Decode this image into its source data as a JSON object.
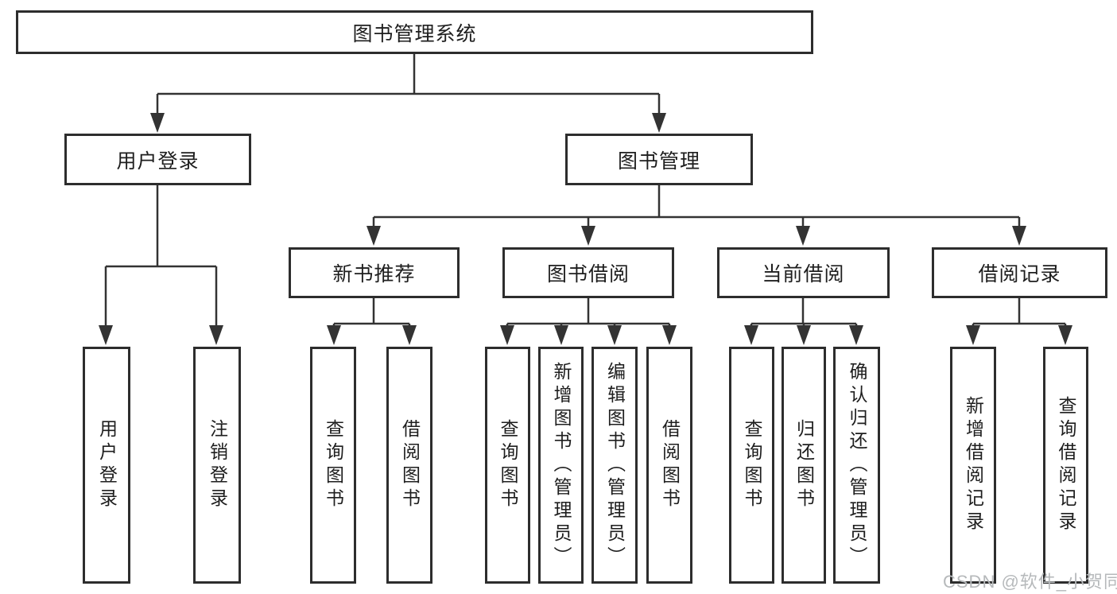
{
  "tree": {
    "label": "图书管理系统",
    "children": [
      {
        "label": "用户登录",
        "children": [
          {
            "label": "用户登录"
          },
          {
            "label": "注销登录"
          }
        ]
      },
      {
        "label": "图书管理",
        "children": [
          {
            "label": "新书推荐",
            "children": [
              {
                "label": "查询图书"
              },
              {
                "label": "借阅图书"
              }
            ]
          },
          {
            "label": "图书借阅",
            "children": [
              {
                "label": "查询图书"
              },
              {
                "label": "新增图书（管理员）"
              },
              {
                "label": "编辑图书（管理员）"
              },
              {
                "label": "借阅图书"
              }
            ]
          },
          {
            "label": "当前借阅",
            "children": [
              {
                "label": "查询图书"
              },
              {
                "label": "归还图书"
              },
              {
                "label": "确认归还（管理员）"
              }
            ]
          },
          {
            "label": "借阅记录",
            "children": [
              {
                "label": "新增借阅记录"
              },
              {
                "label": "查询借阅记录"
              }
            ]
          }
        ]
      }
    ]
  },
  "watermark": {
    "text": "CSDN @软件_小贺同学",
    "color": "#b6b9bb"
  },
  "colors": {
    "line": "#333333",
    "box_border": "#2d2d2d",
    "text": "#1e1e1e",
    "background": "#ffffff"
  }
}
